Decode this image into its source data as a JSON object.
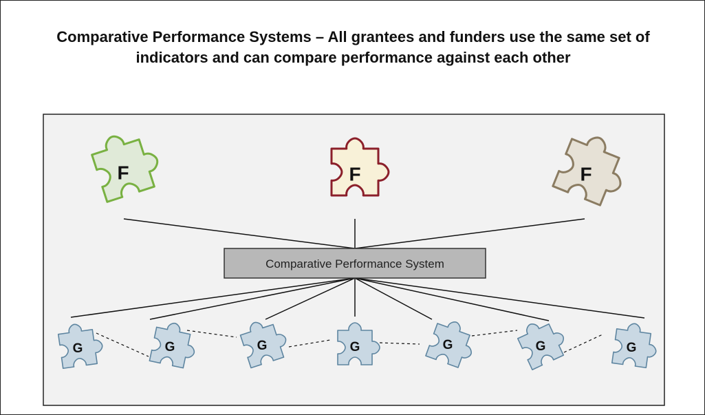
{
  "title": "Comparative Performance Systems – All grantees and funders use the same set of indicators and can compare performance against each other",
  "central_box": {
    "label": "Comparative Performance System"
  },
  "funders": [
    {
      "label": "F",
      "fill": "#e0ead8",
      "stroke": "#79b142"
    },
    {
      "label": "F",
      "fill": "#f8f1d8",
      "stroke": "#8b1f2a"
    },
    {
      "label": "F",
      "fill": "#e6e1d6",
      "stroke": "#8b7c62"
    }
  ],
  "grantees": [
    {
      "label": "G"
    },
    {
      "label": "G"
    },
    {
      "label": "G"
    },
    {
      "label": "G"
    },
    {
      "label": "G"
    },
    {
      "label": "G"
    },
    {
      "label": "G"
    }
  ],
  "colors": {
    "panel_fill": "#f2f2f2",
    "panel_border": "#222222",
    "box_fill": "#b8b8b8",
    "grantee_fill": "#c9d8e3",
    "grantee_stroke": "#5e85a0",
    "connector": "#111111"
  }
}
